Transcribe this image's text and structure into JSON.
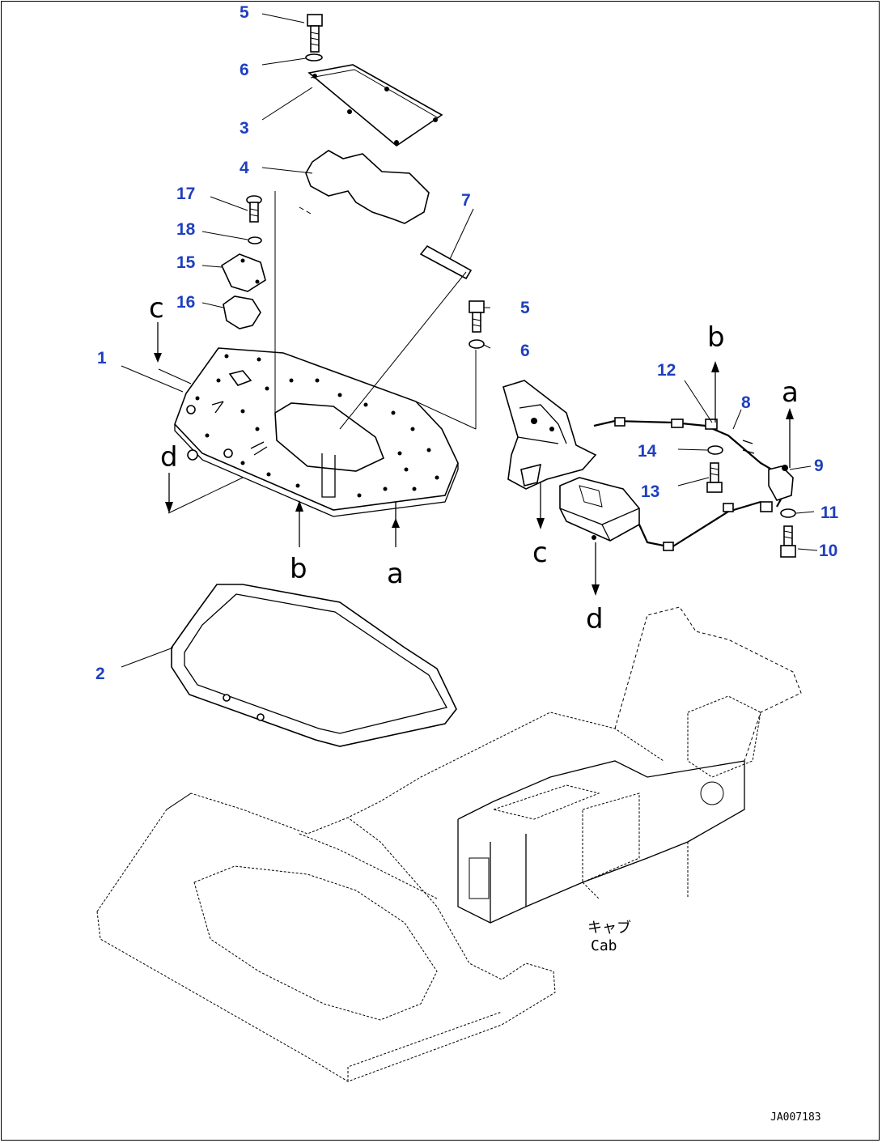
{
  "callouts": {
    "n1": "1",
    "n2": "2",
    "n3": "3",
    "n4": "4",
    "n5a": "5",
    "n5b": "5",
    "n6a": "6",
    "n6b": "6",
    "n7": "7",
    "n8": "8",
    "n9": "9",
    "n10": "10",
    "n11": "11",
    "n12": "12",
    "n13": "13",
    "n14": "14",
    "n15": "15",
    "n16": "16",
    "n17": "17",
    "n18": "18"
  },
  "connectors": {
    "a1": "a",
    "a2": "a",
    "b1": "b",
    "b2": "b",
    "c1": "c",
    "c2": "c",
    "d1": "d",
    "d2": "d"
  },
  "cab_label_jp": "キャブ",
  "cab_label_en": "Cab",
  "drawing_code": "JA007183",
  "colors": {
    "callout": "#1f3fbf",
    "line": "#000000"
  }
}
